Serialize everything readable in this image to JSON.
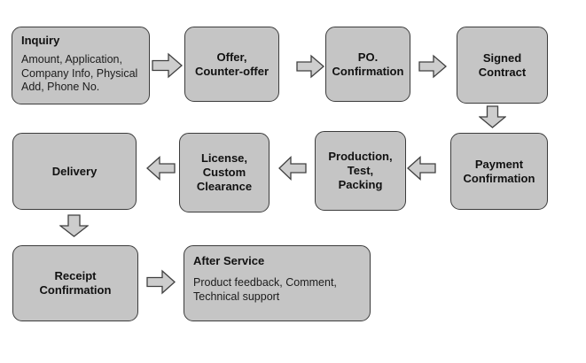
{
  "diagram": {
    "type": "flowchart",
    "background_color": "#ffffff",
    "node_fill_color": "#c5c5c5",
    "node_border_color": "#3c3c3c",
    "arrow_fill_color": "#cdcdcd",
    "nodes": {
      "inquiry": {
        "title": "Inquiry",
        "body": "Amount, Application,\nCompany Info, Physical\nAdd, Phone No."
      },
      "offer": {
        "label": "Offer,\nCounter-offer"
      },
      "po_confirmation": {
        "label": "PO.\nConfirmation"
      },
      "signed_contract": {
        "label": "Signed\nContract"
      },
      "payment_confirmation": {
        "label": "Payment\nConfirmation"
      },
      "production_test_packing": {
        "label": "Production,\nTest,\nPacking"
      },
      "license_custom_clearance": {
        "label": "License,\nCustom\nClearance"
      },
      "delivery": {
        "label": "Delivery"
      },
      "receipt_confirmation": {
        "label": "Receipt\nConfirmation"
      },
      "after_service": {
        "title": "After Service",
        "body": "Product feedback, Comment,\nTechnical support"
      }
    },
    "flow_order": [
      "Inquiry",
      "Offer, Counter-offer",
      "PO. Confirmation",
      "Signed Contract",
      "Payment Confirmation",
      "Production, Test, Packing",
      "License, Custom Clearance",
      "Delivery",
      "Receipt Confirmation",
      "After Service"
    ],
    "icons": {
      "arrow_right": "arrow-right-icon",
      "arrow_left": "arrow-left-icon",
      "arrow_down": "arrow-down-icon"
    }
  }
}
